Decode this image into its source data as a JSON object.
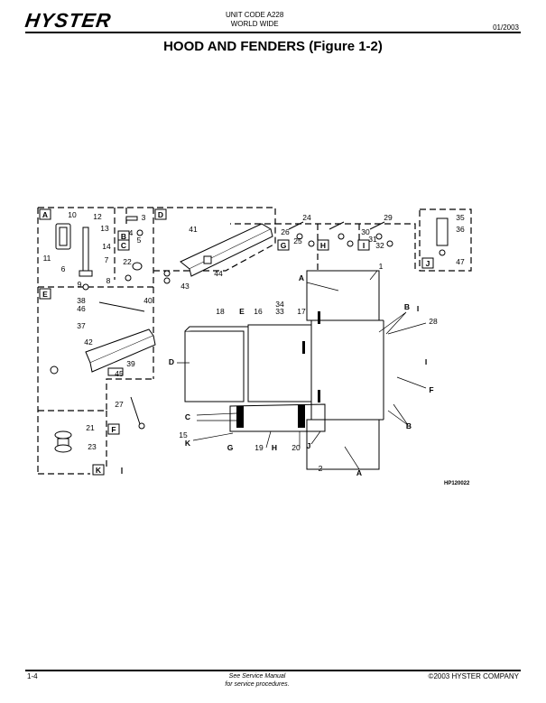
{
  "header": {
    "logo": "HYSTER",
    "unit_code_line1": "UNIT CODE A228",
    "unit_code_line2": "WORLD WIDE",
    "date": "01/2003"
  },
  "title": "HOOD AND FENDERS (Figure 1-2)",
  "figure_ref": "HP120022",
  "footer": {
    "page": "1-4",
    "note_line1": "See Service Manual",
    "note_line2": "for service procedures.",
    "copyright": "©2003 HYSTER COMPANY"
  },
  "detail_views": [
    "A",
    "B",
    "C",
    "D",
    "E",
    "F",
    "G",
    "H",
    "I",
    "J",
    "K"
  ],
  "part_callouts": [
    "1",
    "2",
    "3",
    "4",
    "5",
    "6",
    "7",
    "8",
    "9",
    "10",
    "11",
    "12",
    "13",
    "14",
    "15",
    "16",
    "17",
    "18",
    "19",
    "20",
    "21",
    "22",
    "23",
    "24",
    "25",
    "26",
    "27",
    "28",
    "29",
    "30",
    "31",
    "32",
    "33",
    "34",
    "35",
    "36",
    "37",
    "38",
    "39",
    "40",
    "41",
    "42",
    "43",
    "44",
    "45",
    "46",
    "47"
  ]
}
